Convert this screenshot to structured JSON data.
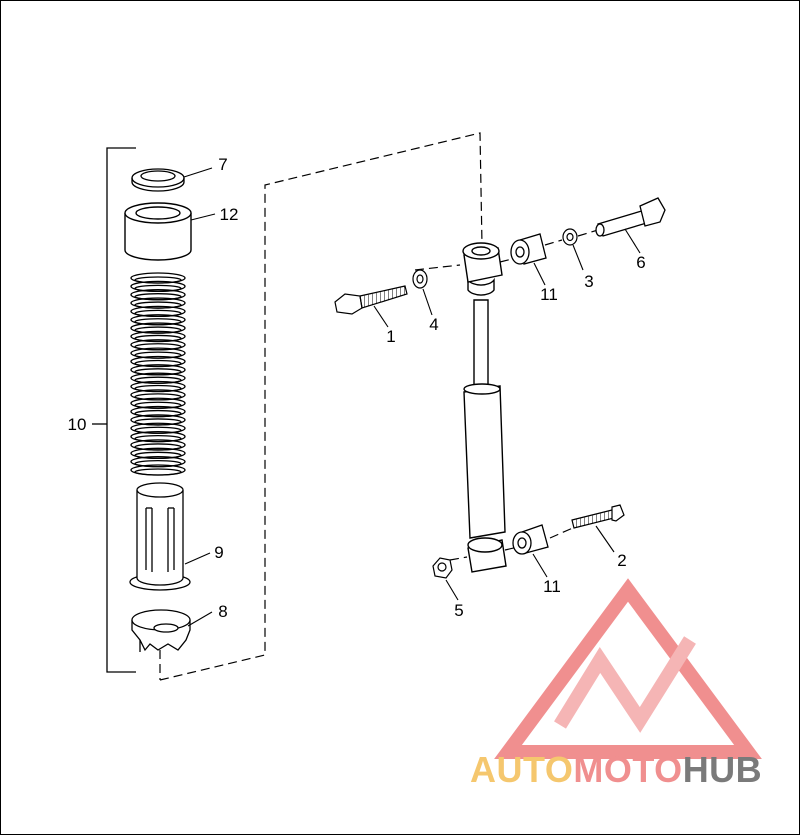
{
  "diagram": {
    "callouts": {
      "c1": "1",
      "c2": "2",
      "c3": "3",
      "c4": "4",
      "c5": "5",
      "c6": "6",
      "c7": "7",
      "c8": "8",
      "c9": "9",
      "c10": "10",
      "c11a": "11",
      "c11b": "11",
      "c12": "12"
    }
  },
  "watermark": {
    "part1": "AUTO",
    "part2": "MOTO",
    "part3": "HUB",
    "colors": {
      "light": "#f5c76e",
      "mid": "#f08f8f",
      "dark": "#7a7a7a"
    }
  }
}
